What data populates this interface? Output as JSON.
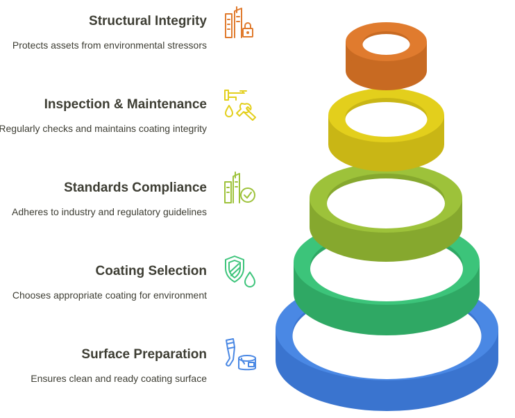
{
  "items": [
    {
      "title": "Structural Integrity",
      "desc": "Protects assets from environmental stressors",
      "icon": "building-lock-icon",
      "color": "#E07B2E"
    },
    {
      "title": "Inspection & Maintenance",
      "desc": "Regularly checks and maintains coating integrity",
      "icon": "faucet-wrench-icon",
      "color": "#E3CF1C"
    },
    {
      "title": "Standards Compliance",
      "desc": "Adheres to industry and regulatory guidelines",
      "icon": "building-check-icon",
      "color": "#9DC23A"
    },
    {
      "title": "Coating Selection",
      "desc": "Chooses appropriate coating for environment",
      "icon": "shield-drop-icon",
      "color": "#3CC47A"
    },
    {
      "title": "Surface Preparation",
      "desc": "Ensures clean and ready coating surface",
      "icon": "brush-paint-can-icon",
      "color": "#4A88E4"
    }
  ]
}
